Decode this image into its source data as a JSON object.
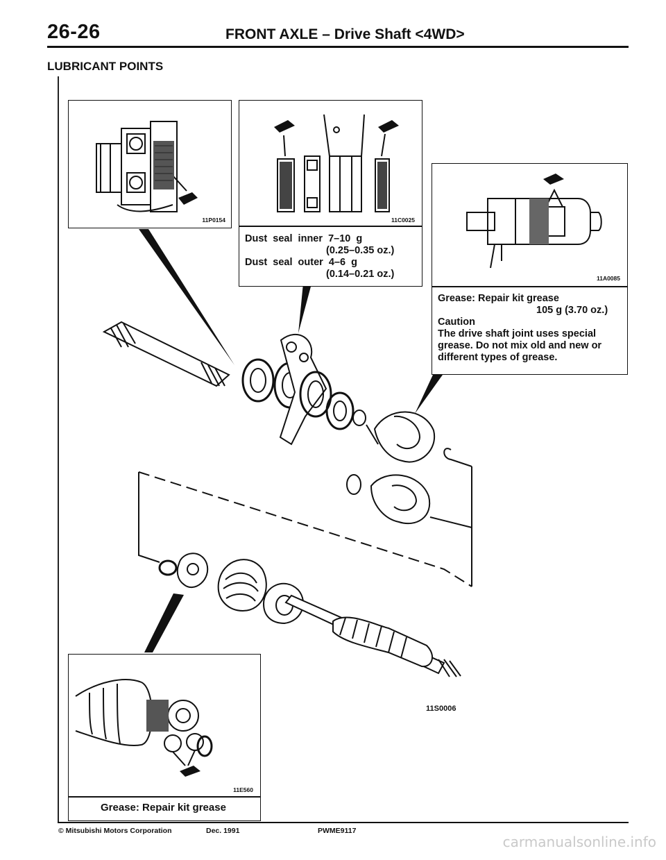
{
  "header": {
    "page_number": "26-26",
    "title": "FRONT AXLE – Drive Shaft <4WD>"
  },
  "section_title": "LUBRICANT POINTS",
  "figures": {
    "bearing": {
      "id": "11P0154"
    },
    "dust_seal": {
      "id": "11C0025",
      "lines": [
        "Dust  seal  inner  7–10  g",
        "(0.25–0.35 oz.)",
        "Dust  seal  outer  4–6  g",
        "(0.14–0.21 oz.)"
      ]
    },
    "joint": {
      "id": "11A0085",
      "lines": [
        "Grease: Repair kit grease",
        "105 g (3.70 oz.)",
        "Caution",
        "The drive shaft joint uses special",
        "grease. Do not mix old and new or",
        "different types of grease."
      ]
    },
    "main": {
      "id": "11S0006"
    },
    "tripod": {
      "id": "11E560",
      "caption": "Grease: Repair kit grease"
    }
  },
  "footer": {
    "copyright": "© Mitsubishi Motors Corporation",
    "date": "Dec. 1991",
    "code": "PWME9117"
  },
  "watermark": "carmanualsonline.info"
}
